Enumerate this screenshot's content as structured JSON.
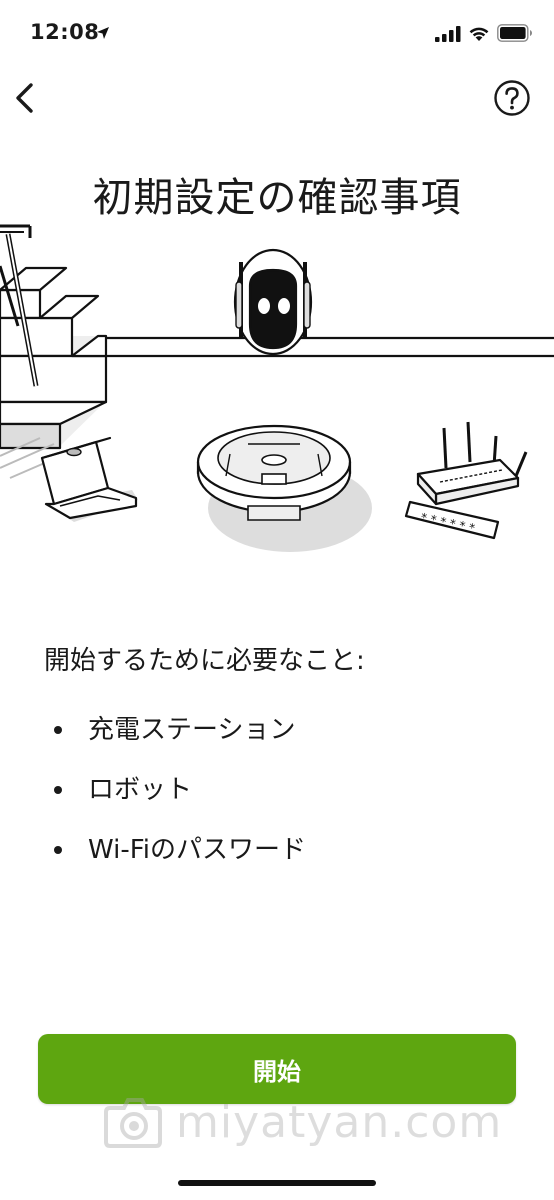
{
  "status_bar": {
    "time": "12:08"
  },
  "header": {
    "title": "初期設定の確認事項"
  },
  "content": {
    "intro": "開始するために必要なこと:",
    "items": [
      {
        "label": "充電ステーション"
      },
      {
        "label": "ロボット"
      },
      {
        "label": "Wi-Fiのパスワード"
      }
    ]
  },
  "footer": {
    "start_label": "開始"
  },
  "watermark": {
    "text": "miyatyan.com"
  },
  "colors": {
    "accent": "#5ea610",
    "text": "#1a1a1a",
    "background": "#ffffff"
  },
  "icons": [
    "location-arrow-icon",
    "cellular-signal-icon",
    "wifi-icon",
    "battery-icon",
    "back-chevron-icon",
    "help-circle-icon"
  ]
}
